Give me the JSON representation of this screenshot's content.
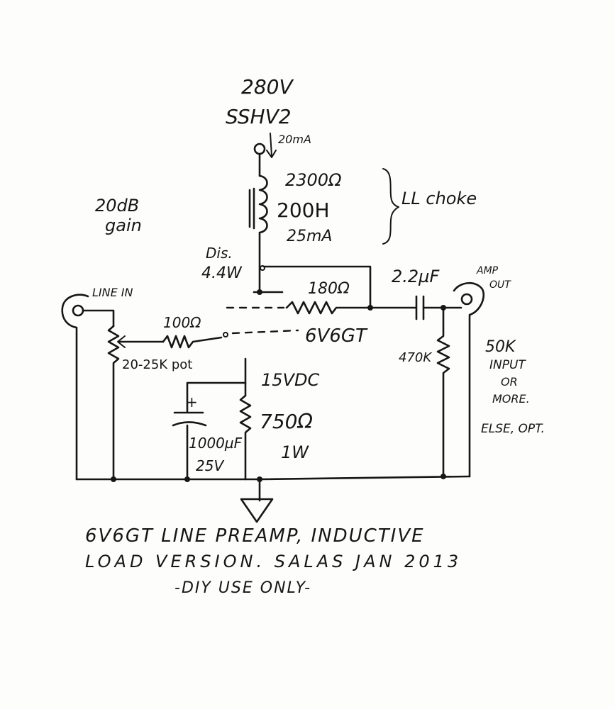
{
  "supply": {
    "voltage": "280V",
    "regulator": "SSHV2",
    "current": "20mA"
  },
  "choke": {
    "resistance": "2300Ω",
    "inductance": "200H",
    "current": "25mA",
    "label": "LL choke"
  },
  "gain_note": {
    "line1": "20dB",
    "line2": "gain"
  },
  "dissipation": {
    "line1": "Dis.",
    "line2": "4.4W"
  },
  "resistor_180": "180Ω",
  "coupling_cap": "2.2µF",
  "amp_out": {
    "line1": "AMP",
    "line2": "OUT"
  },
  "line_in": "LINE IN",
  "grid_resistor": "100Ω",
  "tube": "6V6GT",
  "pot": "20-25K pot",
  "bias_supply": "15VDC",
  "bias_cap": {
    "polarity": "+",
    "value": "1000µF",
    "voltage": "25V"
  },
  "cathode_resistor": {
    "value": "750Ω",
    "power": "1W"
  },
  "load_resistor": "470K",
  "input_note": {
    "line1": "50K",
    "line2": "INPUT",
    "line3": "OR",
    "line4": "MORE.",
    "line5": "ELSE, OPT."
  },
  "footer": {
    "line1": "6V6GT LINE PREAMP, INDUCTIVE",
    "line2": "LOAD VERSION. SALAS JAN 2013",
    "line3": "-DIY USE ONLY-"
  }
}
